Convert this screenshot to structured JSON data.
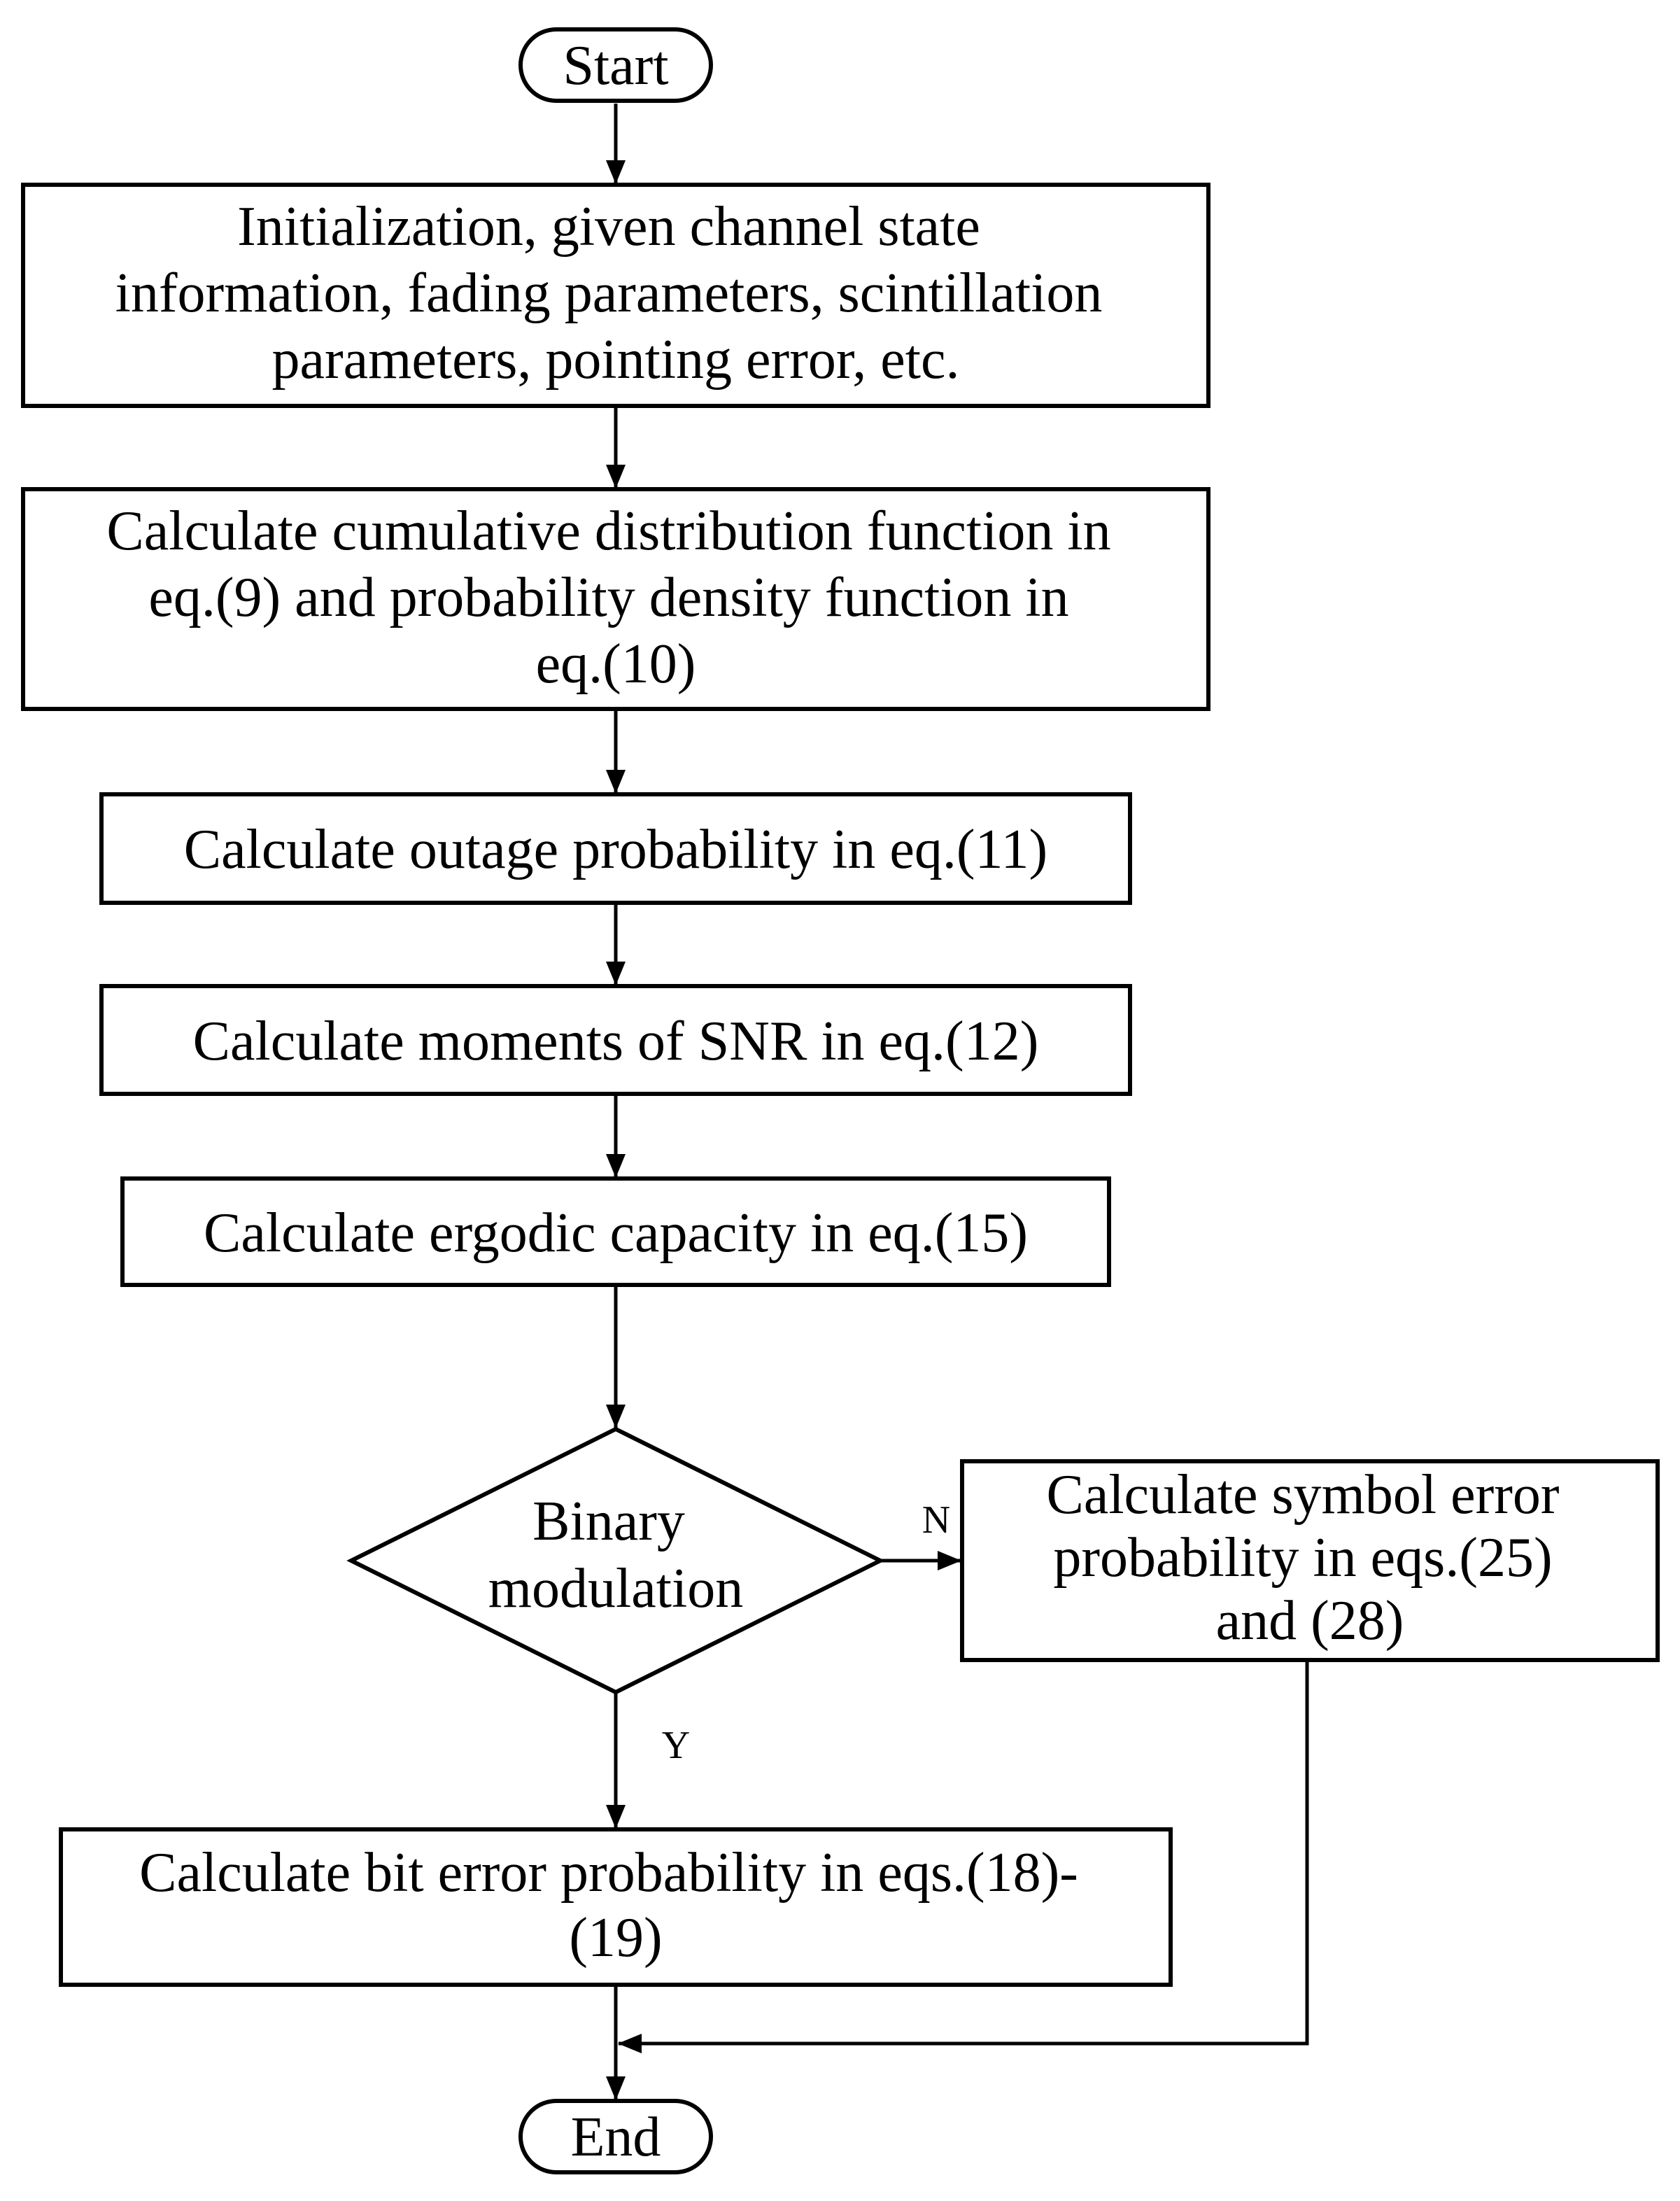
{
  "flowchart": {
    "start": {
      "label": "Start"
    },
    "end": {
      "label": "End"
    },
    "steps": {
      "init": {
        "lines": [
          "Initialization, given channel state",
          "information, fading parameters, scintillation",
          "parameters, pointing error, etc."
        ]
      },
      "cdf_pdf": {
        "lines": [
          "Calculate cumulative distribution function in",
          "eq.(9) and  probability density function in",
          "eq.(10)"
        ]
      },
      "outage": {
        "lines": [
          "Calculate outage probability in eq.(11)"
        ]
      },
      "moments": {
        "lines": [
          "Calculate moments of SNR in eq.(12)"
        ]
      },
      "capacity": {
        "lines": [
          "Calculate ergodic capacity in eq.(15)"
        ]
      },
      "ser": {
        "lines": [
          "Calculate symbol error",
          "probability in eqs.(25)",
          "and (28)"
        ]
      },
      "ber": {
        "lines": [
          "Calculate bit error probability in eqs.(18)-",
          "(19)"
        ]
      }
    },
    "decision": {
      "lines": [
        "Binary",
        "modulation"
      ],
      "no_label": "N",
      "yes_label": "Y"
    }
  }
}
